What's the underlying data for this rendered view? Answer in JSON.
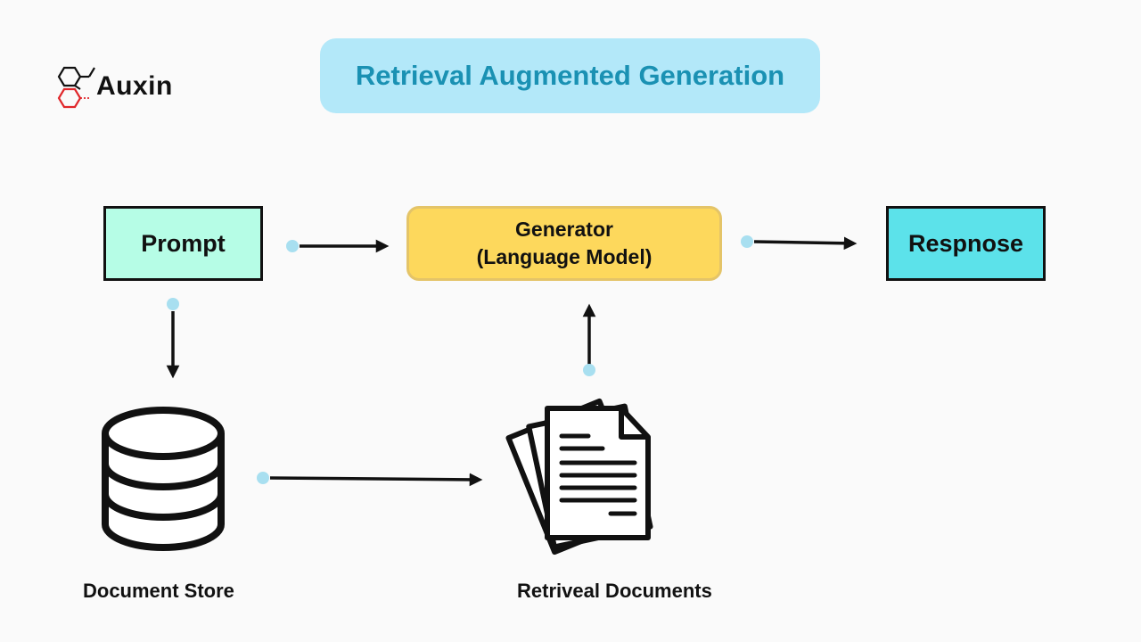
{
  "brand": {
    "name": "Auxin",
    "icon": "hexagon-molecule-icon"
  },
  "title": "Retrieval Augmented Generation",
  "nodes": {
    "prompt": "Prompt",
    "generator": {
      "line1": "Generator",
      "line2": "(Language Model)"
    },
    "response": "Respnose",
    "document_store": {
      "label": "Document Store",
      "icon": "database-icon"
    },
    "retrieval_documents": {
      "label": "Retriveal Documents",
      "icon": "documents-stack-icon"
    }
  },
  "colors": {
    "title_bg": "#b3e8f9",
    "title_text": "#1a91b3",
    "prompt_bg": "#b6fde6",
    "generator_bg": "#fdd85c",
    "response_bg": "#5ce2ea",
    "connector_dot": "#a8dff0",
    "logo_red": "#e0262a"
  }
}
